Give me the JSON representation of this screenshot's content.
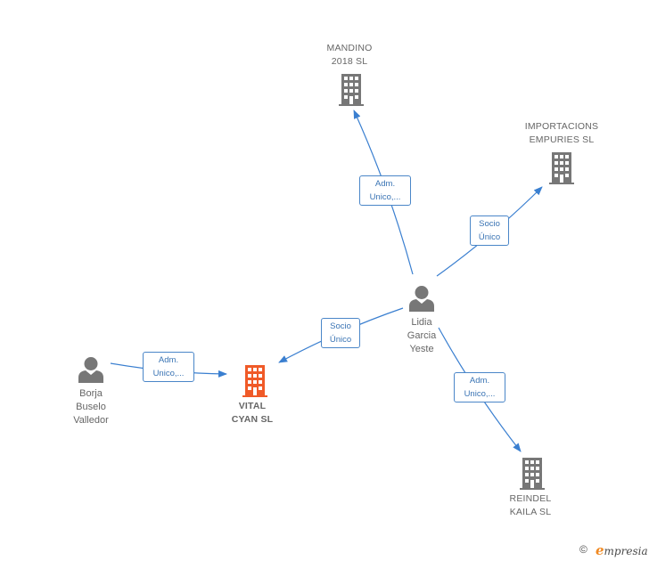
{
  "nodes": {
    "mandino": {
      "type": "company",
      "lines": [
        "MANDINO",
        "2018  SL"
      ]
    },
    "importacions": {
      "type": "company",
      "lines": [
        "IMPORTACIONS",
        "EMPURIES  SL"
      ]
    },
    "vital": {
      "type": "company",
      "lines": [
        "VITAL",
        "CYAN  SL"
      ],
      "highlight": true
    },
    "reindel": {
      "type": "company",
      "lines": [
        "REINDEL",
        "KAILA  SL"
      ]
    },
    "lidia": {
      "type": "person",
      "lines": [
        "Lidia",
        "Garcia",
        "Yeste"
      ]
    },
    "borja": {
      "type": "person",
      "lines": [
        "Borja",
        "Buselo",
        "Valledor"
      ]
    }
  },
  "edges": [
    {
      "from": "lidia",
      "to": "mandino",
      "lines": [
        "Adm.",
        "Unico,..."
      ]
    },
    {
      "from": "lidia",
      "to": "importacions",
      "lines": [
        "Socio",
        "Único"
      ]
    },
    {
      "from": "lidia",
      "to": "vital",
      "lines": [
        "Socio",
        "Único"
      ]
    },
    {
      "from": "lidia",
      "to": "reindel",
      "lines": [
        "Adm.",
        "Unico,..."
      ]
    },
    {
      "from": "borja",
      "to": "vital",
      "lines": [
        "Adm.",
        "Unico,..."
      ]
    }
  ],
  "colors": {
    "edge": "#3a7fd0",
    "company_icon": "#777777",
    "highlight_icon": "#f05a28",
    "person_icon": "#777777"
  },
  "footer": {
    "copyright_symbol": "©",
    "brand_first": "e",
    "brand_rest": "mpresia"
  }
}
